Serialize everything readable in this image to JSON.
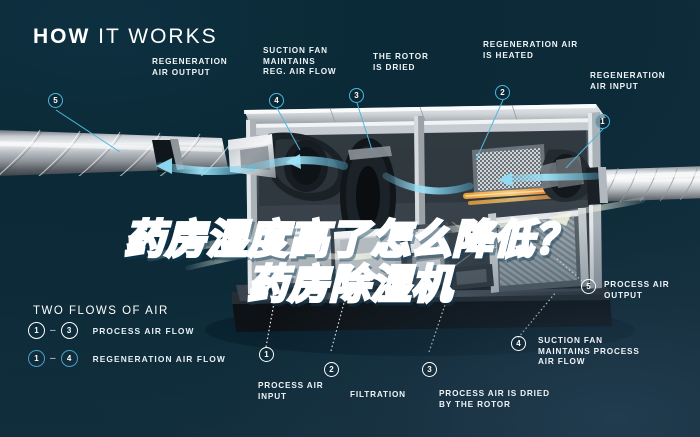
{
  "header": {
    "title_bold": "HOW",
    "title_light": " IT WORKS"
  },
  "overlay": {
    "line1": "药房湿度高了怎么降低？",
    "line2": "药房除湿机"
  },
  "callouts": [
    {
      "id": "regeneration-air-output",
      "number": "5",
      "label": "REGENERATION\nAIR OUTPUT",
      "style": "cyan"
    },
    {
      "id": "suction-fan-reg",
      "number": "4",
      "label": "SUCTION FAN\nMAINTAINS\nREG. AIR FLOW",
      "style": "cyan"
    },
    {
      "id": "rotor-is-dried",
      "number": "3",
      "label": "THE ROTOR\nIS DRIED",
      "style": "cyan"
    },
    {
      "id": "regeneration-air-heated",
      "number": "2",
      "label": "REGENERATION AIR\nIS HEATED",
      "style": "cyan"
    },
    {
      "id": "regeneration-air-input",
      "number": "1",
      "label": "REGENERATION\nAIR INPUT",
      "style": "cyan"
    },
    {
      "id": "process-air-output",
      "number": "5",
      "label": "PROCESS AIR\nOUTPUT",
      "style": "white"
    },
    {
      "id": "suction-fan-process",
      "number": "4",
      "label": "SUCTION FAN\nMAINTAINS PROCESS\nAIR FLOW",
      "style": "white"
    },
    {
      "id": "process-air-dried",
      "number": "3",
      "label": "PROCESS AIR IS DRIED\nBY THE ROTOR",
      "style": "white"
    },
    {
      "id": "filtration",
      "number": "2",
      "label": "FILTRATION",
      "style": "white"
    },
    {
      "id": "process-air-input",
      "number": "1",
      "label": "PROCESS AIR\nINPUT",
      "style": "white"
    }
  ],
  "legend": {
    "title": "TWO FLOWS OF AIR",
    "rows": [
      {
        "from": "1",
        "dash": "–",
        "to": "3",
        "label": "PROCESS AIR FLOW",
        "style": "white"
      },
      {
        "from": "1",
        "dash": "–",
        "to": "4",
        "label": "REGENERATION AIR FLOW",
        "style": "cyan"
      }
    ]
  },
  "colors": {
    "background_top": "#0a2530",
    "background_bottom": "#1e3040",
    "accent_cyan": "#4fb8dd",
    "text_white": "#ffffff",
    "overlay_blue": "#2f9fe0"
  },
  "artwork": {
    "subject": "desiccant-rotor-dehumidifier-cutaway",
    "left_duct": "spiral-metal-duct",
    "right_duct": "spiral-metal-duct"
  }
}
